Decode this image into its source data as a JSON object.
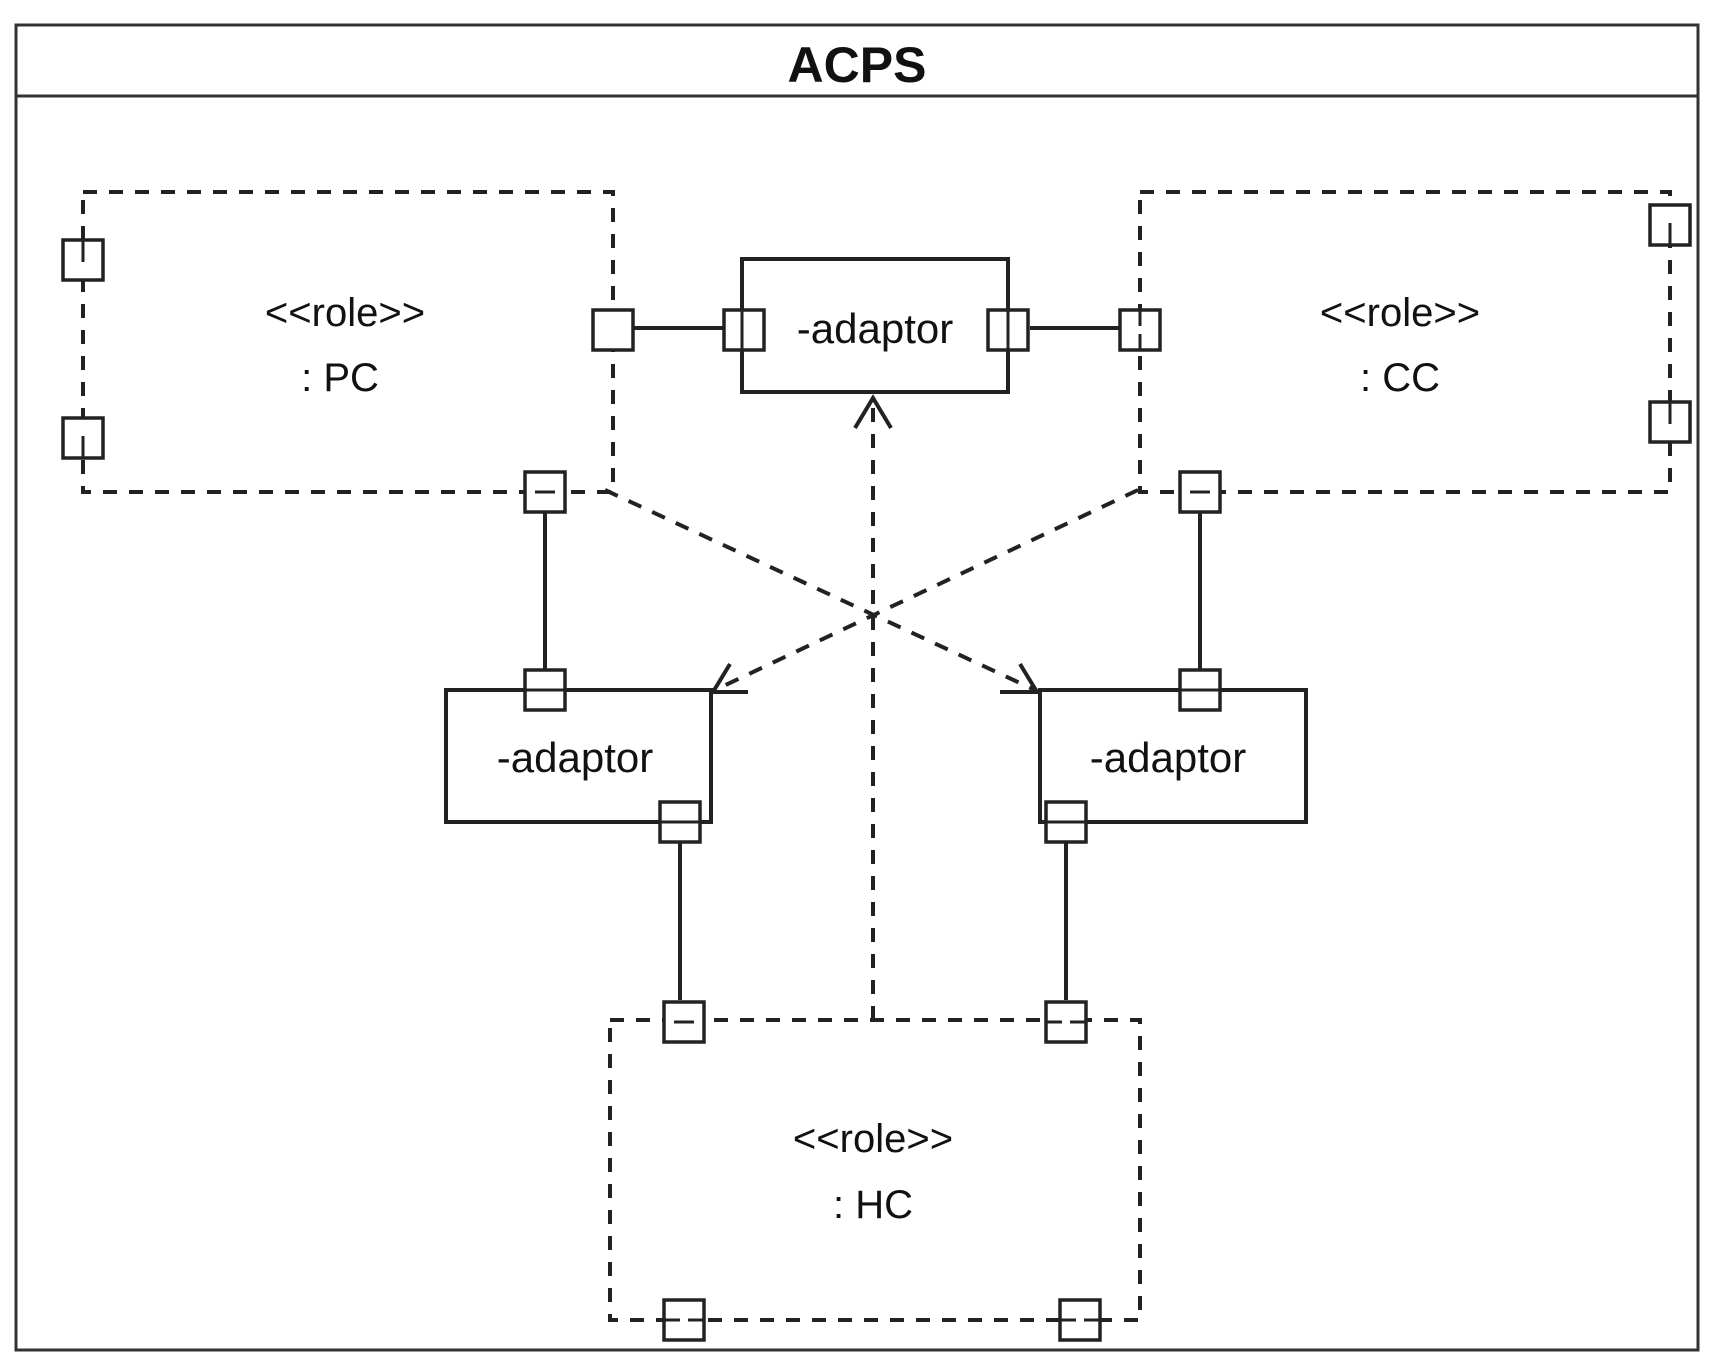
{
  "diagram": {
    "title": "ACPS",
    "roles": [
      {
        "stereotype": "<<role>>",
        "name": ": PC"
      },
      {
        "stereotype": "<<role>>",
        "name": ": CC"
      },
      {
        "stereotype": "<<role>>",
        "name": ": HC"
      }
    ],
    "parts": [
      {
        "label": "-adaptor"
      },
      {
        "label": "-adaptor"
      },
      {
        "label": "-adaptor"
      }
    ]
  }
}
